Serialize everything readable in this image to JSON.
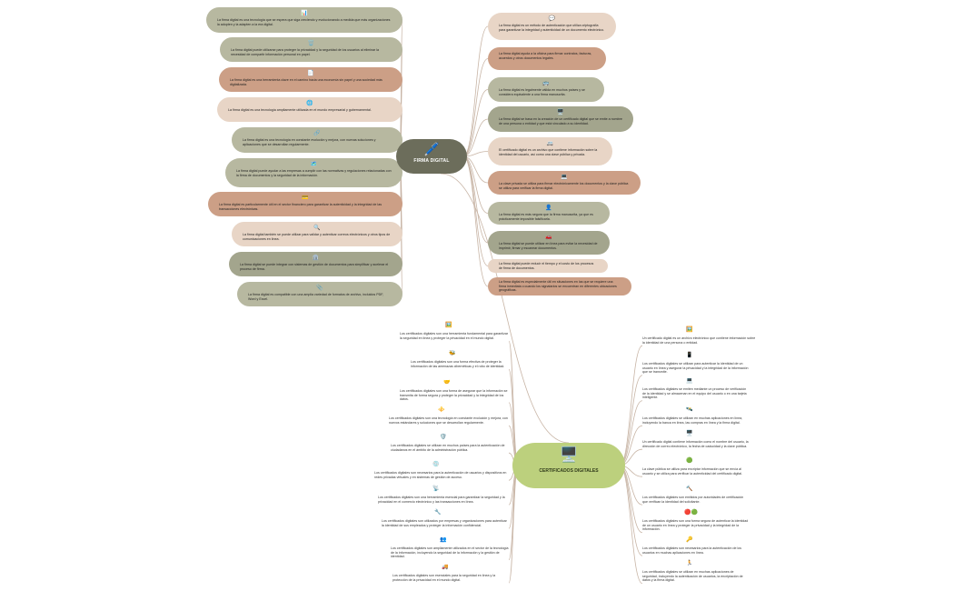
{
  "colors": {
    "sage": "#b7b8a0",
    "peach": "#e3c4ad",
    "terra": "#cc9f86",
    "olive": "#a3a58d",
    "center1": "#6c6d5b",
    "center2": "#bcd07d",
    "line": "#c8b5a6"
  },
  "centers": {
    "firma": {
      "title": "FIRMA DIGITAL",
      "icon": "🖊️"
    },
    "cert": {
      "title": "CERTIFICADOS DIGITALES",
      "icon": "🖥️"
    }
  },
  "left_cards": [
    {
      "icon": "📊",
      "text": "La firma digital es una tecnología que se espera que siga creciendo y evolucionando a medida que más organizaciones la adopten y la adapten a la era digital."
    },
    {
      "icon": "🗑️",
      "text": "La firma digital puede utilizarse para proteger la privacidad y la seguridad de los usuarios al eliminar la necesidad de compartir información personal en papel."
    },
    {
      "icon": "📄",
      "text": "La firma digital es una herramienta clave en el camino hacia una economía sin papel y una sociedad más digitalizada."
    },
    {
      "icon": "🌐",
      "text": "La firma digital es una tecnología ampliamente utilizada en el mundo empresarial y gubernamental."
    },
    {
      "icon": "🔗",
      "text": "La firma digital es una tecnología en constante evolución y mejora, con nuevas soluciones y aplicaciones que se desarrollan regularmente."
    },
    {
      "icon": "🗺️",
      "text": "La firma digital puede ayudar a las empresas a cumplir con las normativas y regulaciones relacionadas con la firma de documentos y la seguridad de la información."
    },
    {
      "icon": "💳",
      "text": "La firma digital es particularmente útil en el sector financiero para garantizar la autenticidad y la integridad de las transacciones electrónicas."
    },
    {
      "icon": "🔍",
      "text": "La firma digital también se puede utilizar para validar y autenticar correos electrónicos y otros tipos de comunicaciones en línea."
    },
    {
      "icon": "🏛️",
      "text": "La firma digital se puede integrar con sistemas de gestión de documentos para simplificar y acelerar el proceso de firma."
    },
    {
      "icon": "📎",
      "text": "La firma digital es compatible con una amplia variedad de formatos de archivo, incluidos PDF, Word y Excel."
    }
  ],
  "right_cards": [
    {
      "icon": "💬",
      "text": "La firma digital es un método de autenticación que utiliza criptografía para garantizar la integridad y autenticidad de un documento electrónico."
    },
    {
      "icon": "",
      "text": "La firma digital ayuda a la oficina para firmar contratos, facturas, acuerdos y otros documentos legales."
    },
    {
      "icon": "🚌",
      "text": "La firma digital es legalmente válida en muchos países y se considera equivalente a una firma manuscrita."
    },
    {
      "icon": "🖥️",
      "text": "La firma digital se basa en la creación de un certificado digital que se emite a nombre de una persona o entidad y que está vinculado a su identidad."
    },
    {
      "icon": "🚐",
      "text": "El certificado digital es un archivo que contiene información sobre la identidad del usuario, así como una clave pública y privada."
    },
    {
      "icon": "💻",
      "text": "La clave privada se utiliza para firmar electrónicamente los documentos y la clave pública se utiliza para verificar la firma digital."
    },
    {
      "icon": "👤",
      "text": "La firma digital es más segura que la firma manuscrita, ya que es prácticamente imposible falsificarla."
    },
    {
      "icon": "🚗",
      "text": "La firma digital se puede utilizar en línea para evitar la necesidad de imprimir, firmar y escanear documentos."
    },
    {
      "icon": "",
      "text": "La firma digital puede reducir el tiempo y el costo de los procesos de firma de documentos."
    },
    {
      "icon": "",
      "text": "La firma digital es especialmente útil en situaciones en las que se requiere una firma inmediata o cuando los signatarios se encuentran en diferentes ubicaciones geográficas."
    }
  ],
  "cert_left": [
    {
      "icon": "🖼️",
      "text": "Los certificados digitales son una herramienta fundamental para garantizar la seguridad en línea y proteger la privacidad en el mundo digital."
    },
    {
      "icon": "🐝",
      "text": "Los certificados digitales son una forma efectiva de proteger la información de las amenazas cibernéticas y el robo de identidad."
    },
    {
      "icon": "🤝",
      "text": "Los certificados digitales son una forma de asegurar que la información se transmita de forma segura y proteger la privacidad y la integridad de los datos."
    },
    {
      "icon": "⚜️",
      "text": "Los certificados digitales son una tecnología en constante evolución y mejora, con nuevos estándares y soluciones que se desarrollan regularmente."
    },
    {
      "icon": "🛡️",
      "text": "Los certificados digitales se utilizan en muchos países para la autenticación de ciudadanos en el ámbito de la administración pública."
    },
    {
      "icon": "💿",
      "text": "Los certificados digitales son necesarios para la autenticación de usuarios y dispositivos en redes privadas virtuales y en sistemas de gestión de acceso."
    },
    {
      "icon": "📡",
      "text": "Los certificados digitales son una herramienta esencial para garantizar la seguridad y la privacidad en el comercio electrónico y las transacciones en línea."
    },
    {
      "icon": "🔧",
      "text": "Los certificados digitales son utilizados por empresas y organizaciones para autenticar la identidad de sus empleados y proteger la información confidencial."
    },
    {
      "icon": "👥",
      "text": "Los certificados digitales son ampliamente utilizados en el sector de la tecnología de la información, incluyendo la seguridad de la información y la gestión de identidad."
    },
    {
      "icon": "🚚",
      "text": "Los certificados digitales son esenciales para la seguridad en línea y la protección de la privacidad en el mundo digital."
    }
  ],
  "cert_right": [
    {
      "icon": "🖼️",
      "text": "Un certificado digital es un archivo electrónico que contiene información sobre la identidad de una persona o entidad."
    },
    {
      "icon": "📱",
      "text": "Los certificados digitales se utilizan para autenticar la identidad de un usuario en línea y asegurar la privacidad y la integridad de la información que se transmite."
    },
    {
      "icon": "💻",
      "text": "Los certificados digitales se emiten mediante un proceso de verificación de la identidad y se almacenan en el equipo del usuario o en una tarjeta inteligente."
    },
    {
      "icon": "🛰️",
      "text": "Los certificados digitales se utilizan en muchas aplicaciones en línea, incluyendo la banca en línea, las compras en línea y la firma digital."
    },
    {
      "icon": "🖥️",
      "text": "Un certificado digital contiene información como el nombre del usuario, la dirección de correo electrónico, la fecha de caducidad y la clave pública."
    },
    {
      "icon": "🟢",
      "text": "La clave pública se utiliza para encriptar información que se envía al usuario y se utiliza para verificar la autenticidad del certificado digital."
    },
    {
      "icon": "🔨",
      "text": "Los certificados digitales son emitidos por autoridades de certificación que verifican la identidad del solicitante."
    },
    {
      "icon": "🔴🟢",
      "text": "Los certificados digitales son una forma segura de autenticar la identidad de un usuario en línea y proteger la privacidad y la integridad de la información."
    },
    {
      "icon": "🔑",
      "text": "Los certificados digitales son necesarios para la autenticación de los usuarios en muchas aplicaciones en línea."
    },
    {
      "icon": "🏃",
      "text": "Los certificados digitales se utilizan en muchas aplicaciones de seguridad, incluyendo la autenticación de usuarios, la encriptación de datos y la firma digital."
    }
  ]
}
